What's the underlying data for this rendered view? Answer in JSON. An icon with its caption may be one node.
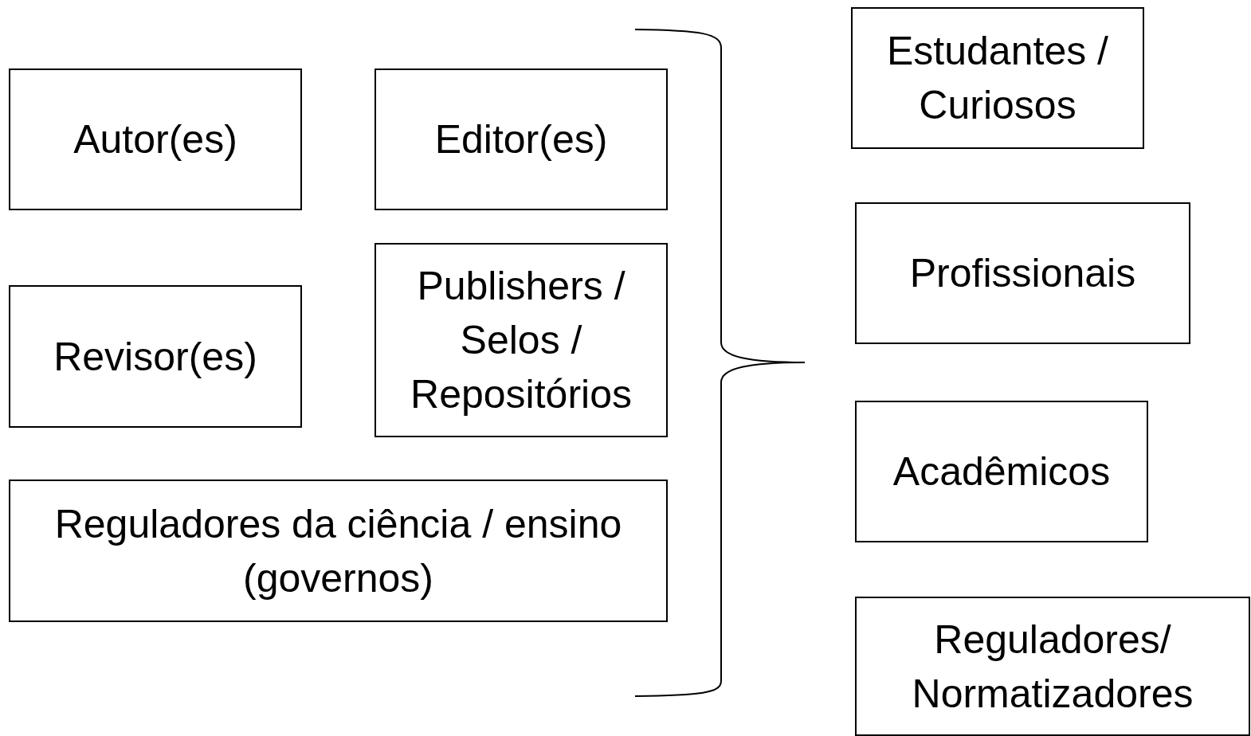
{
  "diagram": {
    "nodes": [
      {
        "text": [
          "Autor(es)"
        ]
      },
      {
        "text": [
          "Editor(es)"
        ]
      },
      {
        "text": [
          "Revisor(es)"
        ]
      },
      {
        "text": [
          "Publishers / Selos / Repositórios"
        ]
      },
      {
        "text": [
          "Reguladores da ciência / ensino (governos)"
        ]
      },
      {
        "text": [
          "Estudantes / Curiosos"
        ]
      },
      {
        "text": [
          "Profissionais"
        ]
      },
      {
        "text": [
          "Acadêmicos"
        ]
      },
      {
        "text": [
          "Reguladores/ Normatizadores"
        ]
      }
    ]
  }
}
